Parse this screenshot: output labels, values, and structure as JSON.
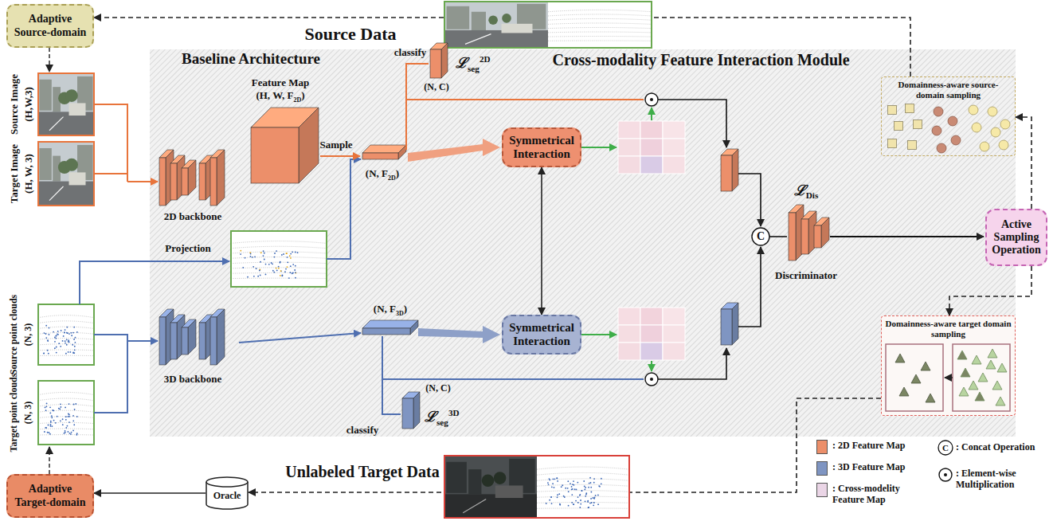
{
  "diagram": {
    "nodes": [
      {
        "text": [
          "Adaptive Source-domain"
        ]
      },
      {
        "text": [
          "Baseline Architecture",
          "Cross-modality Feature Interaction Module"
        ]
      },
      {
        "text": [
          "Symmetrical Interaction"
        ],
        "in": 1
      },
      {
        "text": [
          "Symmetrical Interaction"
        ],
        "in": 1
      },
      {
        "text": [
          "Domainness-aware source-domain sampling"
        ],
        "in": 1
      },
      {
        "text": [
          "Active Sampling Operation"
        ]
      },
      {
        "text": [
          "Domainness-aware target domain sampling"
        ],
        "in": 1
      },
      {
        "text": [
          "Oracle"
        ]
      },
      {
        "text": [
          "Adaptive Target-domain"
        ]
      }
    ],
    "edges": [
      {
        "from": 4,
        "to": 0,
        "arrow": "to"
      },
      {
        "from": 5,
        "to": 4,
        "arrow": "to"
      },
      {
        "from": 5,
        "to": 6,
        "arrow": "to"
      },
      {
        "from": 6,
        "to": 7,
        "arrow": "to"
      },
      {
        "from": 7,
        "to": 8,
        "arrow": "to"
      },
      {
        "from": 2,
        "to": 3,
        "arrow": "both"
      }
    ],
    "labels": [
      "Source Data",
      "Source Image",
      "(H,W,3)",
      "Target Image",
      "(H, W, 3)",
      "Source point clouds",
      "(N, 3)",
      "Target point clouds",
      "(N, 3)",
      "2D backbone",
      "3D backbone",
      "Feature Map",
      "(H, W, F",
      "2D",
      ")",
      "Sample",
      "Projection",
      "(N, F",
      "2D",
      ")",
      "(N, F",
      "3D",
      ")",
      "classify",
      "(N, C)",
      "ℒ",
      "seg",
      "2D",
      "classify",
      "(N, C)",
      "ℒ",
      "seg",
      "3D",
      "ℒ",
      "Dis",
      "Discriminator",
      "C",
      "Unlabeled Target Data",
      "C"
    ],
    "legend": [
      {
        "text": ": 2D Feature Map",
        "color": "#ec8f6a"
      },
      {
        "text": ": 3D Feature Map",
        "color": "#7f95c2"
      },
      {
        "text": ": Cross-modelity Feature Map",
        "color": "#ead5e6"
      },
      {
        "text": ": Concat Operation"
      },
      {
        "text": ": Element-wise Multiplication"
      }
    ]
  }
}
